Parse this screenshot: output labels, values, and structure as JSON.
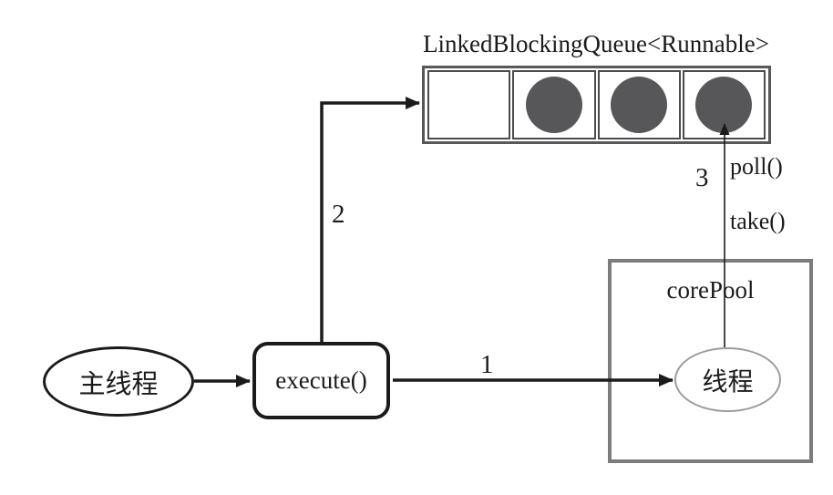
{
  "diagram": {
    "title": "LinkedBlockingQueue<Runnable>",
    "queue": {
      "cells": [
        {
          "filled": false
        },
        {
          "filled": true
        },
        {
          "filled": true
        },
        {
          "filled": true
        }
      ]
    },
    "nodes": {
      "main_thread": "主线程",
      "execute": "execute()",
      "core_pool": "corePool",
      "worker_thread": "线程"
    },
    "edges": {
      "step1": "1",
      "step2": "2",
      "step3": "3",
      "poll": "poll()",
      "take": "take()"
    },
    "colors": {
      "line": "#1b1b1b",
      "queue_border": "#58585a",
      "cell_border": "#4b4b4e",
      "task_fill": "#57575a",
      "pool_border": "#7c7c7c",
      "worker_ellipse_border": "#9c9c9c"
    }
  }
}
